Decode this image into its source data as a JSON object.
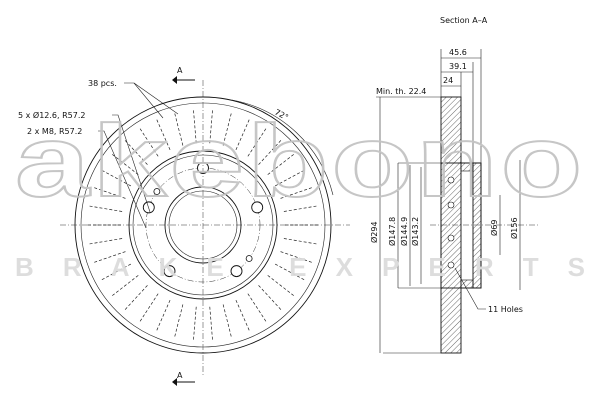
{
  "section_title": "Section A–A",
  "cut_label_top": "A",
  "cut_label_bottom": "A",
  "notes": {
    "vents": "38 pcs.",
    "bolt_holes": "5 x Ø12.6, R57.2",
    "threaded_holes": "2 x M8, R57.2",
    "angle": "72°",
    "min_thickness": "Min. th. 22.4",
    "holes": "11 Holes"
  },
  "dimensions": {
    "width_overall": "45.6",
    "width_hat": "39.1",
    "width_disc": "24",
    "d_outer": "Ø294",
    "d_147": "Ø147.8",
    "d_144": "Ø144.9",
    "d_143": "Ø143.2",
    "d_69": "Ø69",
    "d_156": "Ø156"
  },
  "watermark": {
    "brand": "akebono",
    "tagline": "BRAKE EXPERTS"
  },
  "style": {
    "line_color": "#111111",
    "hatch_color": "#444444",
    "watermark_color": "#c4c4c4"
  }
}
